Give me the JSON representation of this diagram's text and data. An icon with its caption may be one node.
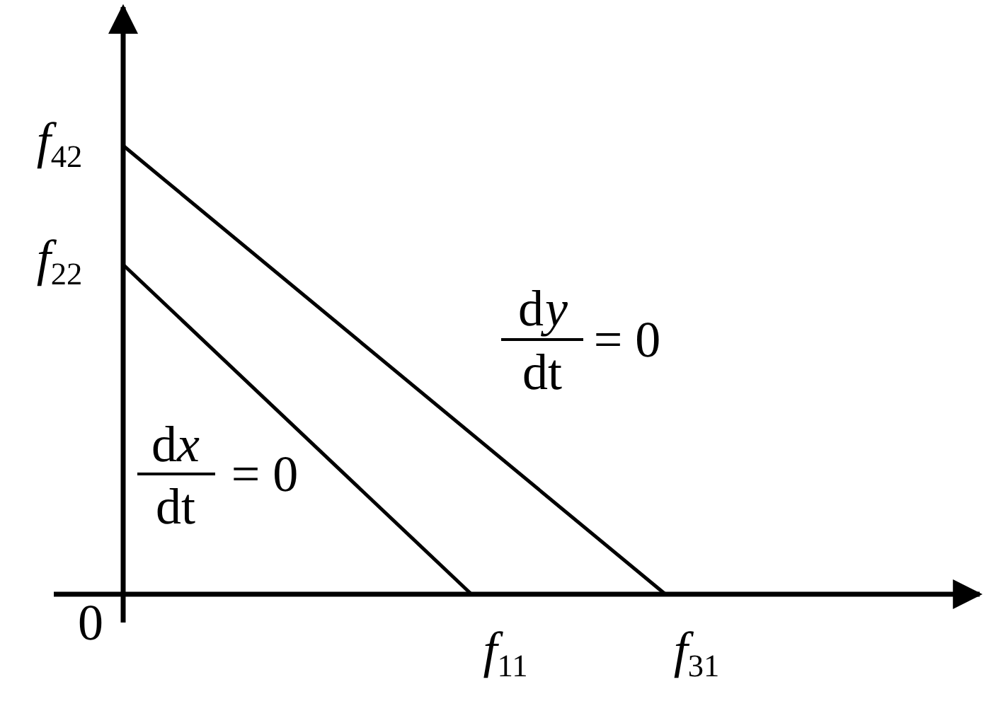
{
  "diagram": {
    "labels": [
      "*f*$_{42}$",
      "*f*$_{22}$",
      "d",
      "y",
      "dt",
      "= 0",
      "d",
      "x",
      "dt",
      "= 0",
      "0",
      "*f*$_{11}$",
      "*f*$_{31}$"
    ]
  }
}
